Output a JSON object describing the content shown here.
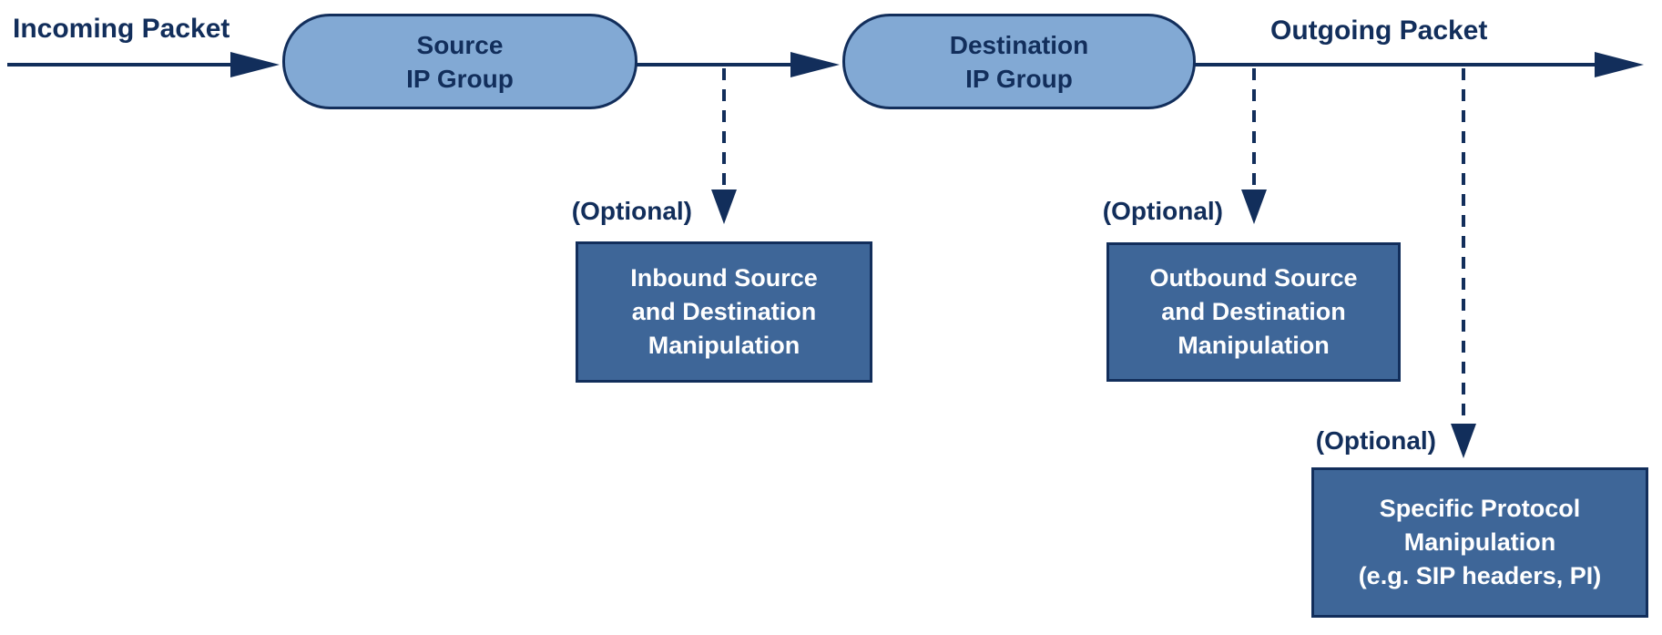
{
  "flow": {
    "incoming_label": "Incoming Packet",
    "outgoing_label": "Outgoing Packet",
    "optional_label": "(Optional)",
    "nodes": {
      "source_group": "Source\nIP Group",
      "destination_group": "Destination\nIP Group"
    },
    "manipulations": [
      {
        "id": "inbound",
        "text": "Inbound Source\nand Destination\nManipulation"
      },
      {
        "id": "outbound",
        "text": "Outbound Source\nand Destination\nManipulation"
      },
      {
        "id": "protocol",
        "text": "Specific Protocol\nManipulation\n(e.g. SIP headers, PI)"
      }
    ],
    "colors": {
      "line": "#122E5B",
      "node_fill": "#82A9D4",
      "box_fill": "#3E6698",
      "box_text": "#FFFFFF",
      "background": "#FFFFFF"
    }
  }
}
